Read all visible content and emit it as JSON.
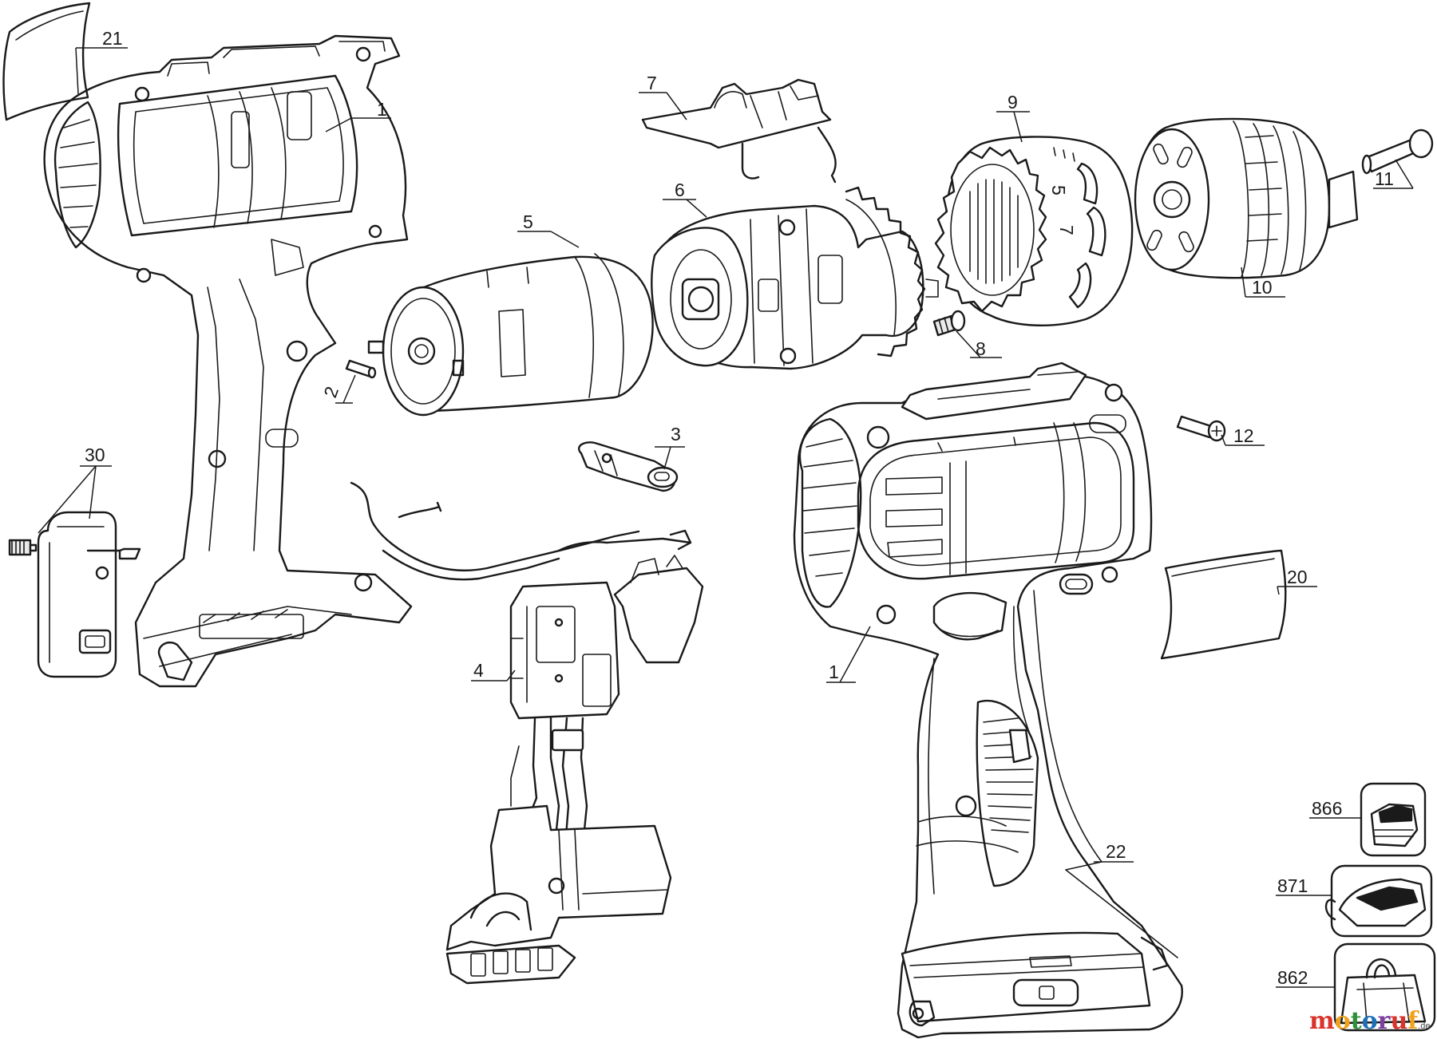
{
  "diagram": {
    "callouts": {
      "p21": "21",
      "p1a": "1",
      "p1b": "1",
      "p7": "7",
      "p9": "9",
      "p11": "11",
      "p5": "5",
      "p6": "6",
      "p10": "10",
      "p8": "8",
      "p2": "2",
      "p3": "3",
      "p12": "12",
      "p30": "30",
      "p20": "20",
      "p4": "4",
      "p866": "866",
      "p22": "22",
      "p871": "871",
      "p862": "862"
    },
    "dial_marks": {
      "m5": "5",
      "m7": "7"
    }
  },
  "watermark": {
    "letters": [
      "m",
      "o",
      "t",
      "o",
      "r",
      "u",
      "f"
    ],
    "colors": [
      "#d9342b",
      "#f0a21b",
      "#2f8f3a",
      "#1d6fb8",
      "#7d3fa0",
      "#d9342b",
      "#f0a21b"
    ],
    "suffix": ".de"
  }
}
